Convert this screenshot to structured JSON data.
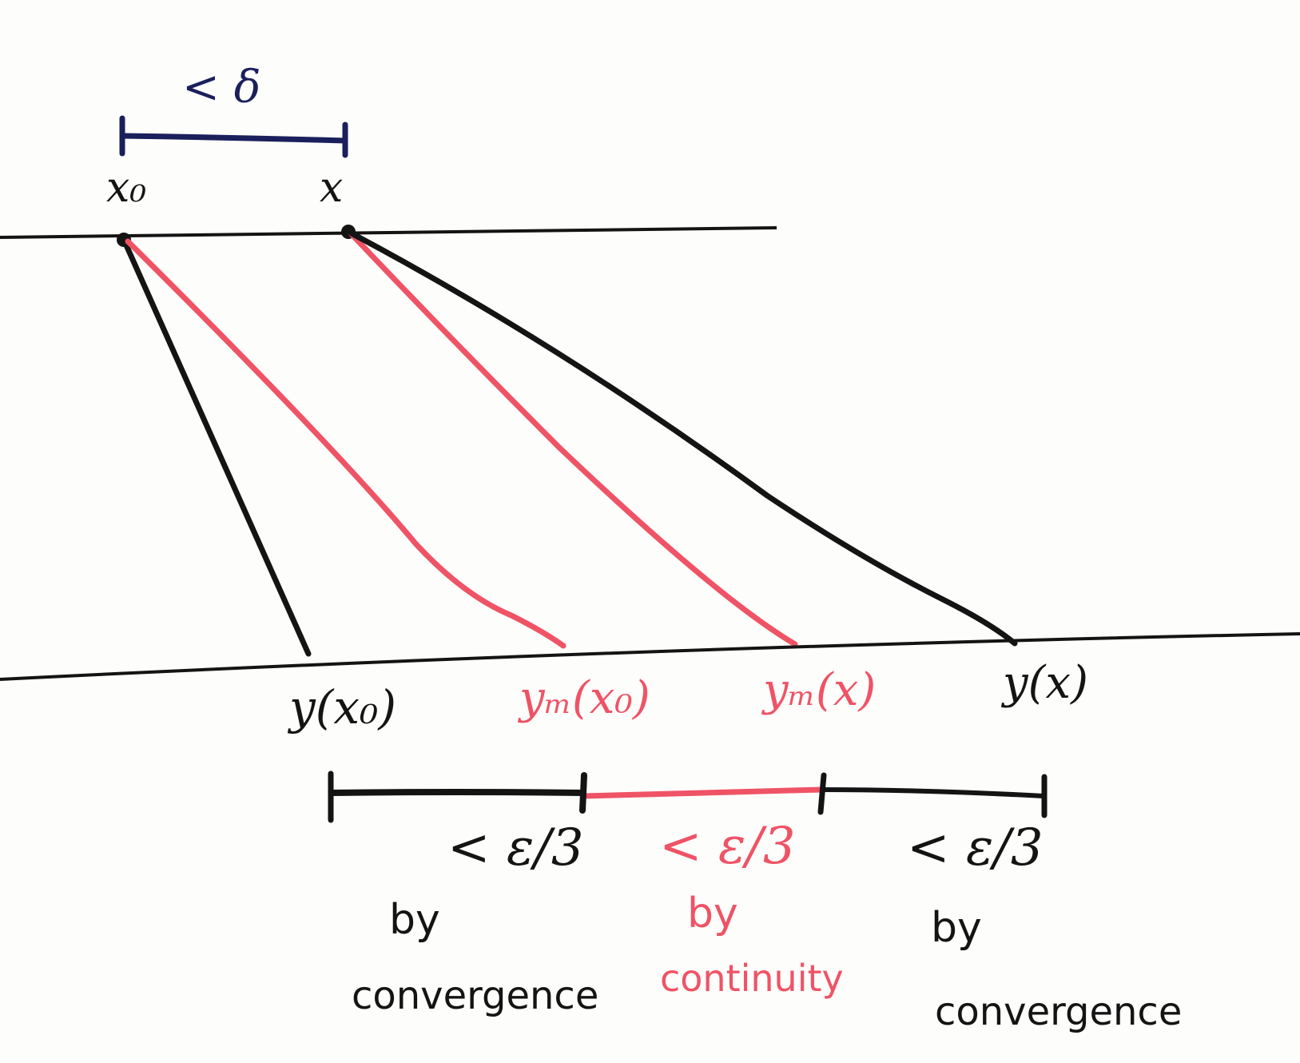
{
  "colors": {
    "ink_black": "#141414",
    "ink_red": "#ef5366",
    "ink_blue": "#1b1f5c",
    "paper": "#fdfdfb"
  },
  "top_bracket_label": "< δ",
  "top_points": {
    "x0": "x₀",
    "x": "x"
  },
  "bottom_labels": {
    "y_x0": "y(x₀)",
    "ym_x0": "yₘ(x₀)",
    "ym_x": "yₘ(x)",
    "y_x": "y(x)"
  },
  "segments": [
    {
      "bound": "< ε/3",
      "reason_line1": "by",
      "reason_line2": "convergence",
      "color": "#141414"
    },
    {
      "bound": "< ε/3",
      "reason_line1": "by",
      "reason_line2": "continuity",
      "color": "#ef5366"
    },
    {
      "bound": "< ε/3",
      "reason_line1": "by",
      "reason_line2": "convergence",
      "color": "#141414"
    }
  ]
}
